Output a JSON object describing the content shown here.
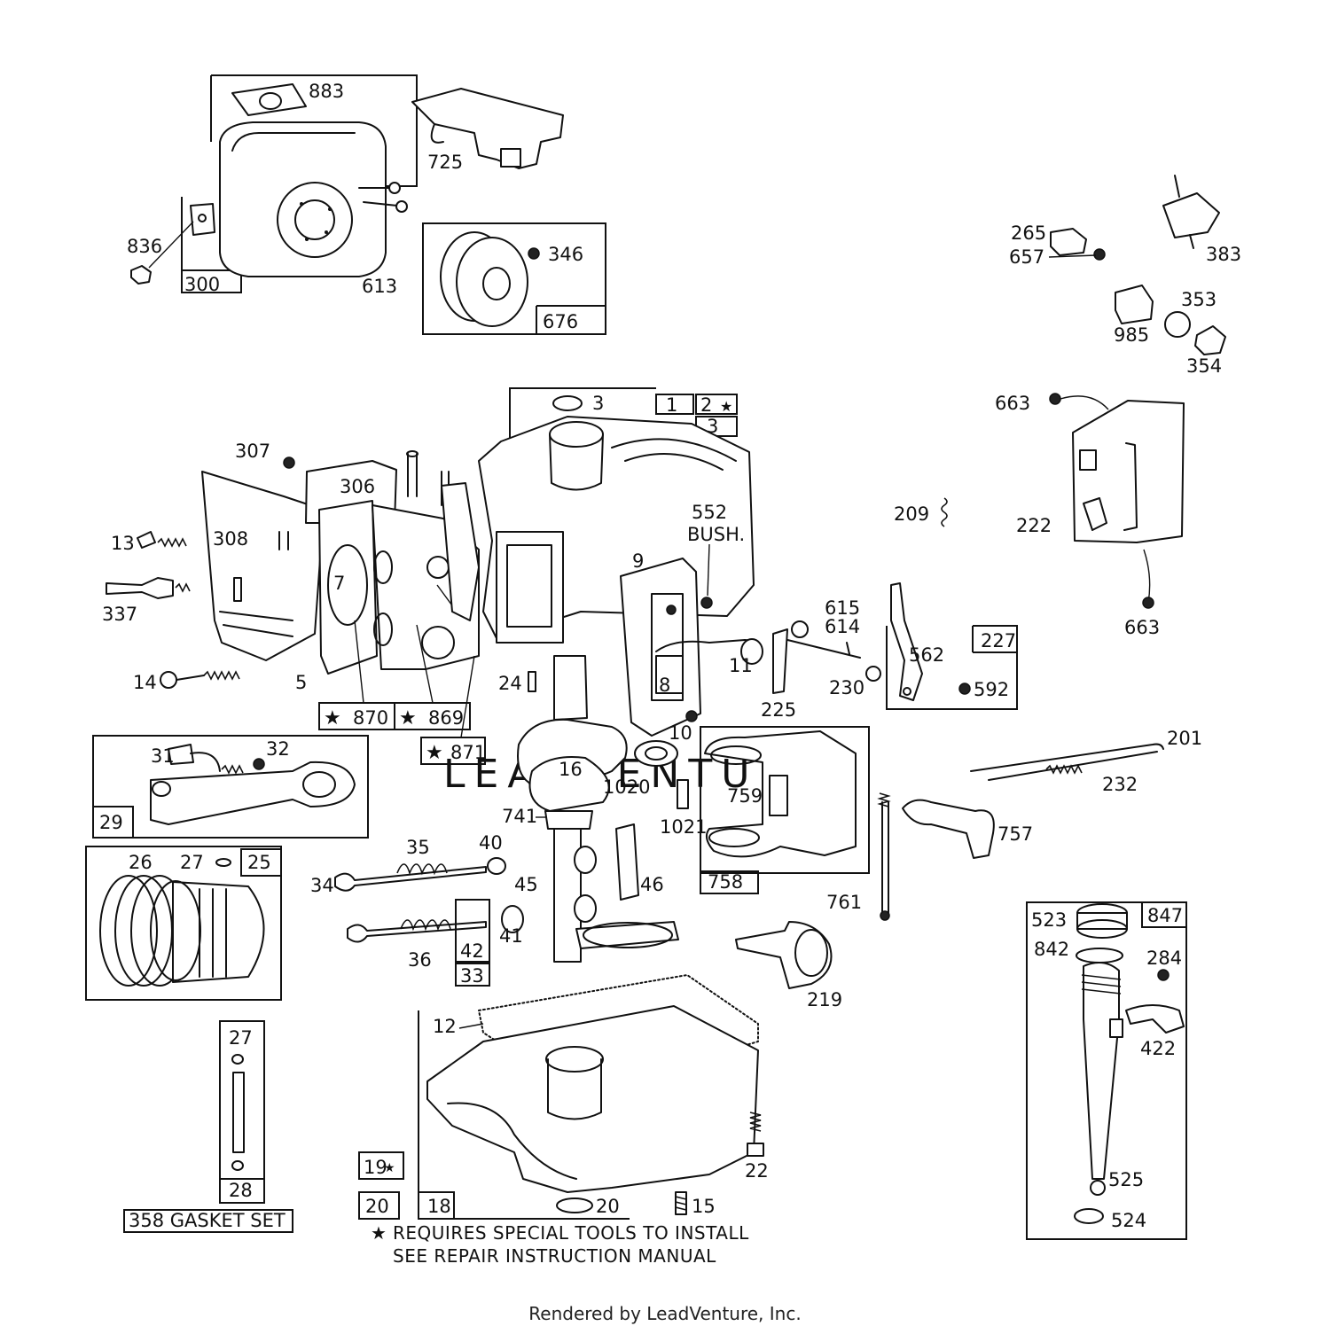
{
  "callouts": {
    "c883": "883",
    "c725": "725",
    "c836": "836",
    "c300": "300",
    "c613": "613",
    "c346": "346",
    "c676": "676",
    "c265": "265",
    "c657": "657",
    "c383": "383",
    "c353": "353",
    "c985": "985",
    "c354": "354",
    "c663a": "663",
    "c222": "222",
    "c663b": "663",
    "c209": "209",
    "c3a": "3",
    "c1": "1",
    "c2": "2",
    "c3b": "3",
    "c307": "307",
    "c306": "306",
    "c13": "13",
    "c308": "308",
    "c337": "337",
    "c7": "7",
    "c14": "14",
    "c5": "5",
    "c870": "870",
    "c869": "869",
    "c871": "871",
    "c552": "552",
    "cbush": "BUSH.",
    "c9": "9",
    "c24": "24",
    "c11": "11",
    "c8": "8",
    "c10": "10",
    "c615": "615",
    "c614": "614",
    "c230": "230",
    "c225": "225",
    "c562": "562",
    "c227": "227",
    "c592": "592",
    "c31": "31",
    "c32": "32",
    "c29": "29",
    "c16": "16",
    "c1020": "1020",
    "c1021": "1021",
    "c741": "741",
    "c759": "759",
    "c758": "758",
    "c201": "201",
    "c232": "232",
    "c757": "757",
    "c26": "26",
    "c27a": "27",
    "c25": "25",
    "c35": "35",
    "c40": "40",
    "c34": "34",
    "c45": "45",
    "c46": "46",
    "c41": "41",
    "c36": "36",
    "c42": "42",
    "c33": "33",
    "c761": "761",
    "c219": "219",
    "c523": "523",
    "c847": "847",
    "c842": "842",
    "c284": "284",
    "c422": "422",
    "c525": "525",
    "c524": "524",
    "c27b": "27",
    "c28": "28",
    "c12": "12",
    "c19": "19",
    "c20a": "20",
    "c18": "18",
    "c20b": "20",
    "c15": "15",
    "c22": "22",
    "gasket_set": "358 GASKET SET"
  },
  "notes": {
    "line1": "REQUIRES SPECIAL TOOLS TO INSTALL",
    "line2": "SEE REPAIR INSTRUCTION MANUAL"
  },
  "watermark": "LEADVENTURE",
  "footer": "Rendered by LeadVenture, Inc."
}
